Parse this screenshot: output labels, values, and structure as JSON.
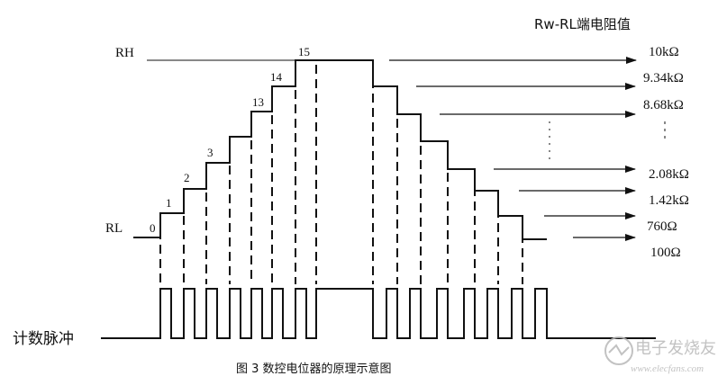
{
  "header": {
    "resistance_title": "Rw-RL端电阻值"
  },
  "levels": {
    "high_label": "RH",
    "low_label": "RL"
  },
  "step_numbers": [
    "0",
    "1",
    "2",
    "3",
    "13",
    "14",
    "15"
  ],
  "resistance_values": [
    "10kΩ",
    "9.34kΩ",
    "8.68kΩ",
    "2.08kΩ",
    "1.42kΩ",
    "760Ω",
    "100Ω"
  ],
  "pulse": {
    "label": "计数脉冲"
  },
  "caption": "图 3  数控电位器的原理示意图",
  "watermark": {
    "brand": "电子发烧友",
    "url": "www.elecfans.com"
  },
  "colors": {
    "line": "#111111",
    "background": "#ffffff",
    "watermark": "#b8b8b8"
  }
}
